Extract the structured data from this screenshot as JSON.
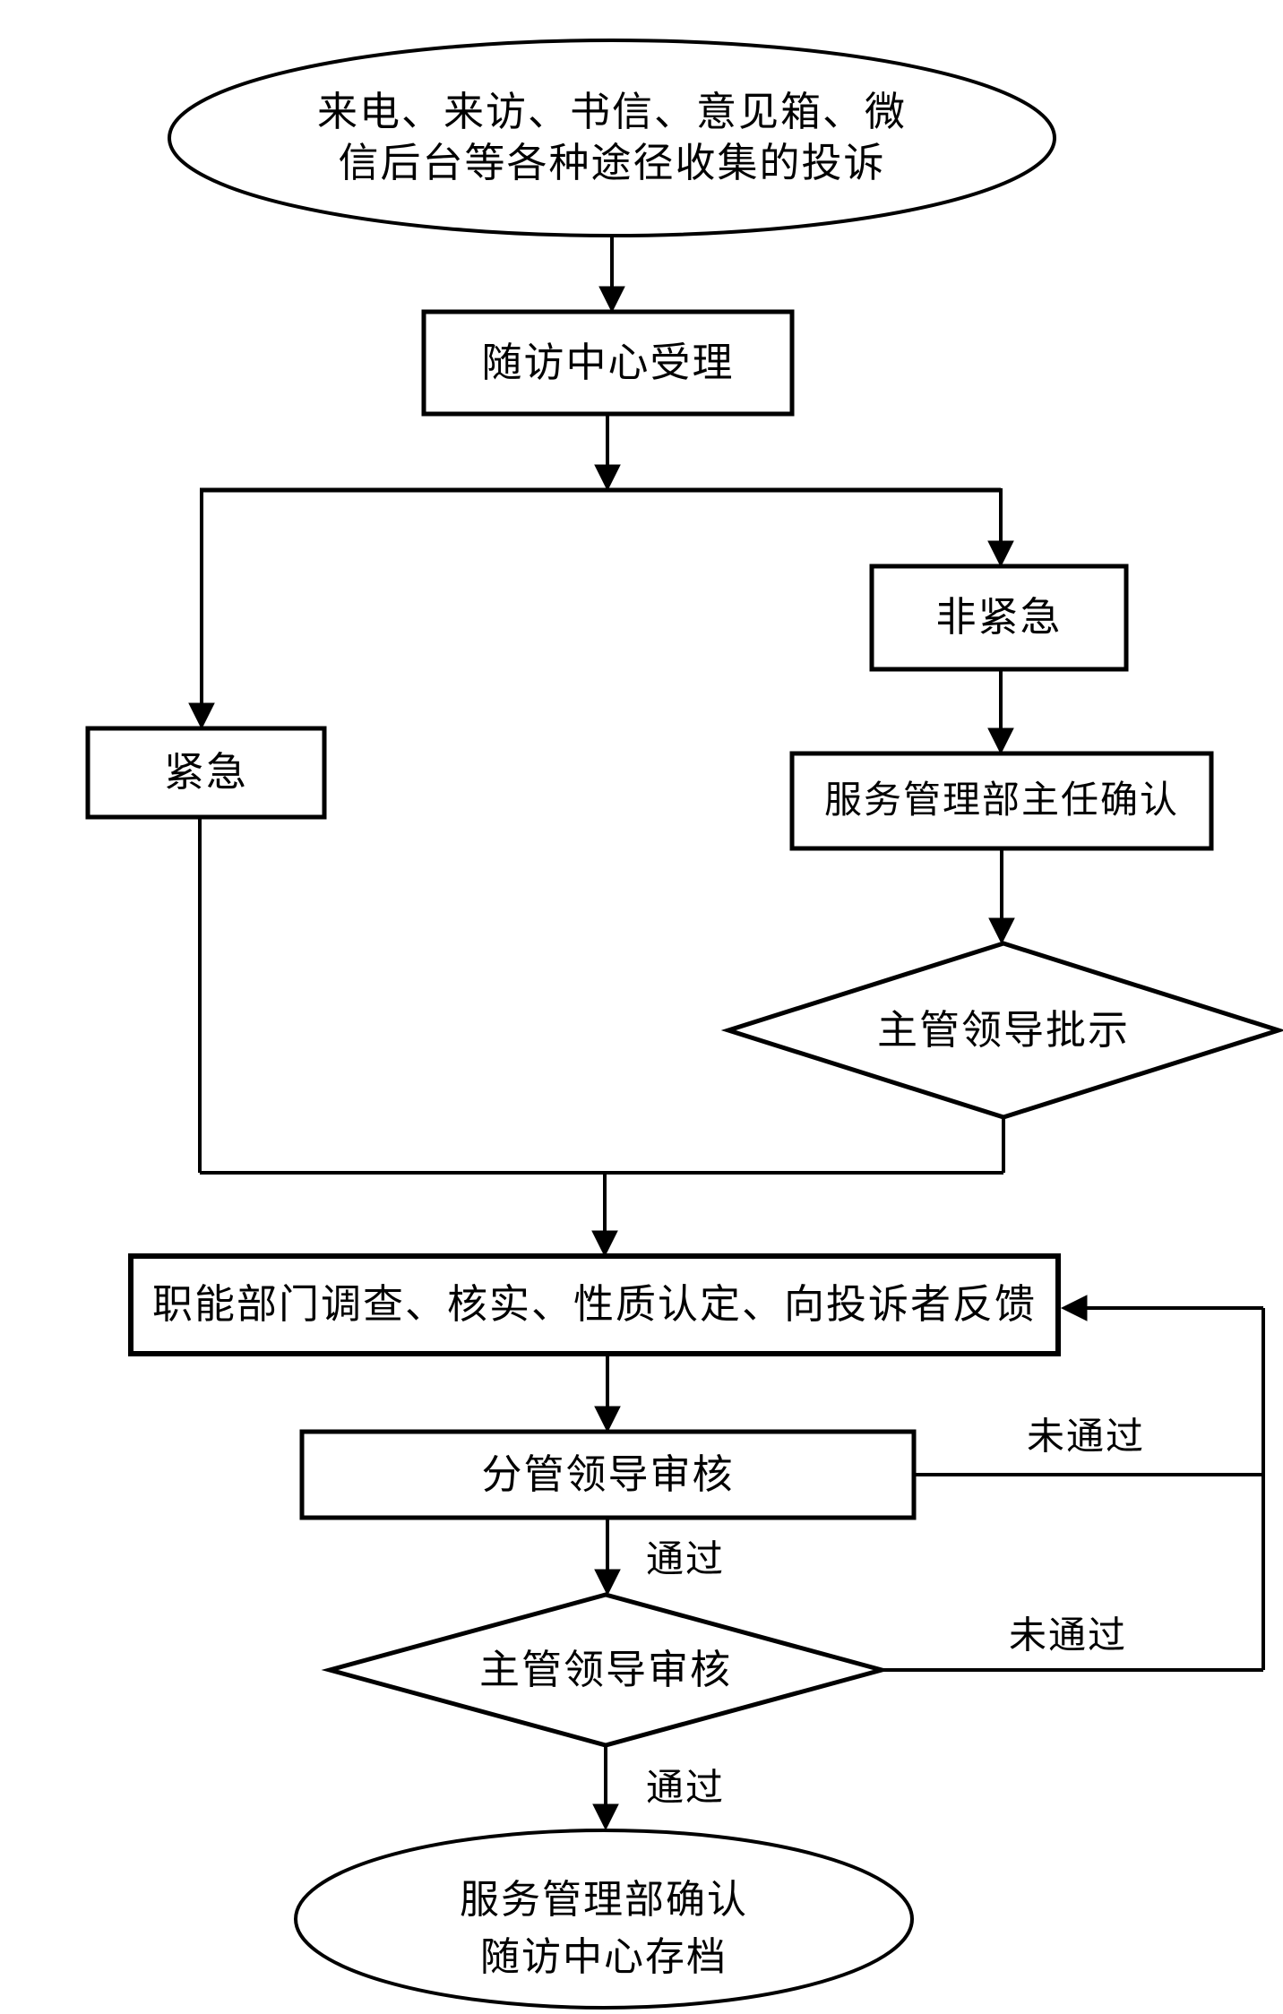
{
  "flowchart": {
    "colors": {
      "stroke": "#000000",
      "fill": "#ffffff",
      "background": "#ffffff"
    },
    "nodes": {
      "source": {
        "type": "ellipse",
        "lines": [
          "来电、来访、书信、意见箱、微",
          "信后台等各种途径收集的投诉"
        ]
      },
      "receive": {
        "type": "process",
        "label": "随访中心受理"
      },
      "urgent": {
        "type": "process",
        "label": "紧急"
      },
      "non_urgent": {
        "type": "process",
        "label": "非紧急"
      },
      "director_confirm": {
        "type": "process",
        "label": "服务管理部主任确认"
      },
      "leader_approval": {
        "type": "decision",
        "label": "主管领导批示"
      },
      "investigate": {
        "type": "process",
        "label": "职能部门调查、核实、性质认定、向投诉者反馈"
      },
      "deputy_review": {
        "type": "process",
        "label": "分管领导审核"
      },
      "chief_review": {
        "type": "decision",
        "label": "主管领导审核"
      },
      "archive": {
        "type": "ellipse",
        "lines": [
          "服务管理部确认",
          "随访中心存档"
        ]
      }
    },
    "edge_labels": {
      "pass_1": "通过",
      "pass_2": "通过",
      "fail_1": "未通过",
      "fail_2": "未通过"
    }
  }
}
